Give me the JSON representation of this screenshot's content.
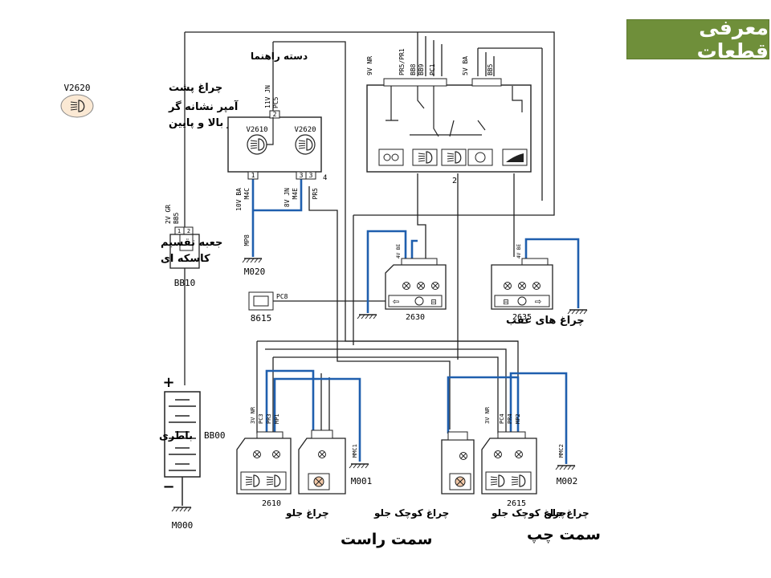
{
  "title": "معرفی قطعات",
  "colors": {
    "accent": "#6f8f3a",
    "wire_highlight": "#1f5fae",
    "wire": "#222222"
  },
  "labels": {
    "stalk": "دسته راهنما",
    "legend_line1": "چراغ پشت",
    "legend_line2": "آمپر نشانه گر",
    "legend_line3": "نور بالا و پایین",
    "fusebox_line1": "جعبه تقسیم",
    "fusebox_line2": "کاسکه ای",
    "battery": "باطری",
    "rear_lamps": "چراغ های عقب",
    "front_lamp_r": "چراغ جلو",
    "small_front_lamp_r": "چراغ کوچک جلو",
    "front_lamp_l": "چراغ جلو",
    "small_front_lamp_l": "چراغ کوچک جلو",
    "right_side": "سمت راست",
    "left_side": "سمت چپ"
  },
  "codes": {
    "legend_icon_code": "V2620",
    "v2610": "V2610",
    "v2620": "V2620",
    "pc5_top": "11V JN",
    "pc5": "PC5",
    "conn_2": "2",
    "conn_4": "4",
    "conn_1": "1",
    "conn_3": "3",
    "w_10v": "10V BA",
    "w_m4c": "M4C",
    "w_8v": "8V JN",
    "w_m4e": "M4E",
    "w_pr5": "PR5",
    "mp8": "MP8",
    "m020": "M020",
    "bb5_top": "2V GR",
    "bb5": "BB5",
    "bb10": "BB10",
    "pin1": "1",
    "pin2": "2",
    "c8615": "8615",
    "pc8": "PC8",
    "bb00": "BB00",
    "m000": "M000",
    "module_num": "2",
    "mod_9v": "9V NR",
    "mod_pr5": "PR5/PR1",
    "mod_bb8": "BB8",
    "mod_bb9": "BB9",
    "mod_pc1": "PC1",
    "mod_5v": "5V BA",
    "mod_bb5": "BB5",
    "r2630": "2630",
    "r2635": "2635",
    "r_4v": "4V BE",
    "f2610": "2610",
    "f2615": "2615",
    "f_3v": "3V NR",
    "f_pc3": "PC3",
    "f_pr3": "PR3",
    "f_mp1": "MP1",
    "f_pc4": "PC4",
    "f_pr4": "PR4",
    "f_mp2": "MP2",
    "mmc1": "MMC1",
    "mmc2": "MMC2",
    "m001": "M001",
    "m002": "M002",
    "plus": "+",
    "minus": "−"
  }
}
